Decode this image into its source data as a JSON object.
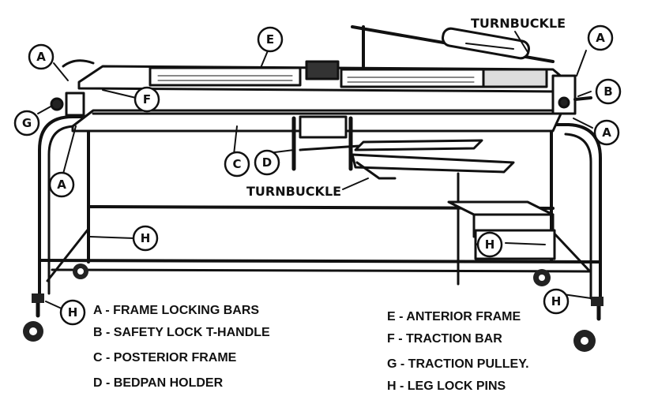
{
  "diagram": {
    "callouts": {
      "a_top_left": "A",
      "a_top_right": "A",
      "a_left_mid": "A",
      "a_right_mid": "A",
      "b": "B",
      "c": "C",
      "d": "D",
      "e": "E",
      "f": "F",
      "g": "G",
      "h_left_low": "H",
      "h_center": "H",
      "h_right_mid": "H",
      "h_right_low": "H"
    },
    "turnbuckle_top": "TURNBUCKLE",
    "turnbuckle_mid": "TURNBUCKLE"
  },
  "legend": {
    "left": [
      "A - FRAME LOCKING BARS",
      "B - SAFETY LOCK T-HANDLE",
      "C - POSTERIOR FRAME",
      "D - BEDPAN HOLDER"
    ],
    "right": [
      "E - ANTERIOR FRAME",
      "F - TRACTION BAR",
      "G - TRACTION PULLEY.",
      "H - LEG LOCK PINS"
    ]
  }
}
